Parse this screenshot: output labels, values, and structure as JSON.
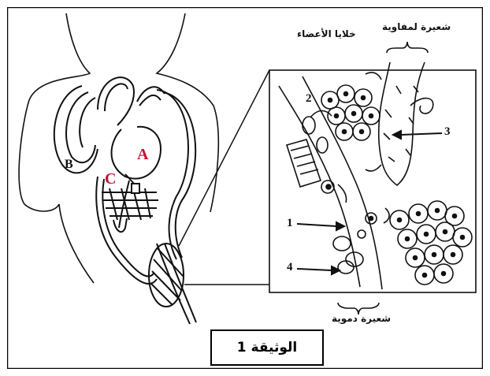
{
  "labels": {
    "A": "A",
    "B": "B",
    "C": "C",
    "n1": "1",
    "n2": "2",
    "n3": "3",
    "n4": "4",
    "organ_cells": "خلايا الأعضاء",
    "lymph_capillary": "شعيرة لمفاوية",
    "blood_capillary": "شعيرة دموية"
  },
  "caption": "الوثيقة 1",
  "colors": {
    "accent_labels": "#c8102e",
    "line": "#111111"
  }
}
